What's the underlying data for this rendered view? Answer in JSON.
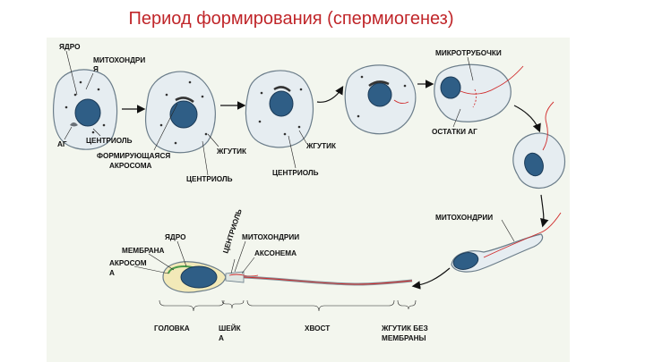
{
  "title": "Период формирования (спермиогенез)",
  "labels": {
    "nucleus_1": "ЯДРО",
    "mito_1_a": "МИТОХОНДРИ",
    "mito_1_b": "Я",
    "golgi_1": "АГ",
    "centriole_1": "ЦЕНТРИОЛЬ",
    "acrosome_forming_a": "ФОРМИРУЮЩАЯСЯ",
    "acrosome_forming_b": "АКРОСОМА",
    "centriole_2": "ЦЕНТРИОЛЬ",
    "flagellum_1": "ЖГУТИК",
    "flagellum_2": "ЖГУТИК",
    "centriole_3": "ЦЕНТРИОЛЬ",
    "microtubules": "МИКРОТРУБОЧКИ",
    "golgi_remains": "ОСТАТКИ АГ",
    "mitochondria_2": "МИТОХОНДРИИ",
    "nucleus_2": "ЯДРО",
    "membrane": "МЕМБРАНА",
    "acrosome_a": "АКРОСОМ",
    "acrosome_b": "А",
    "centriole_4": "ЦЕНТРИОЛЬ",
    "mitochondria_3": "МИТОХОНДРИИ",
    "axoneme": "АКСОНЕМА",
    "head": "ГОЛОВКА",
    "neck_a": "ШЕЙК",
    "neck_b": "А",
    "tail": "ХВОСТ",
    "flagellum_no_membrane_a": "ЖГУТИК БЕЗ",
    "flagellum_no_membrane_b": "МЕМБРАНЫ"
  }
}
